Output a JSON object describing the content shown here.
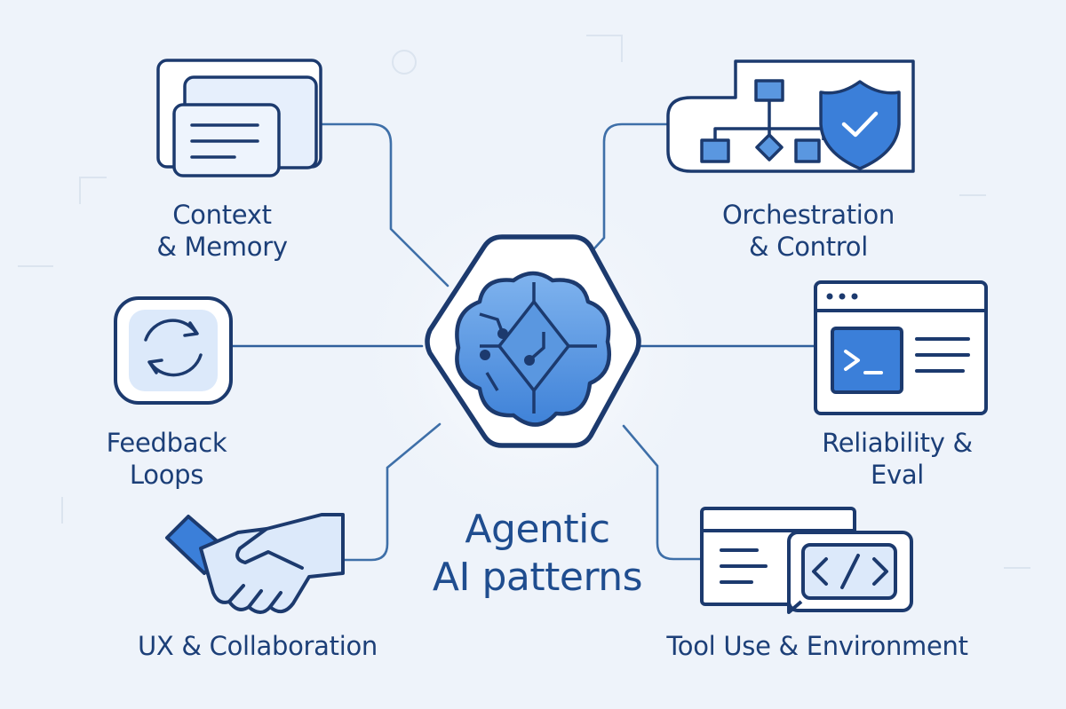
{
  "title": {
    "line1": "Agentic",
    "line2": "AI patterns"
  },
  "nodes": {
    "context_memory": {
      "line1": "Context",
      "line2": "& Memory",
      "icon": "stacked-documents-icon"
    },
    "orchestration_control": {
      "line1": "Orchestration",
      "line2": "& Control",
      "icon": "workflow-shield-icon"
    },
    "feedback_loops": {
      "line1": "Feedback",
      "line2": "Loops",
      "icon": "refresh-cycle-icon"
    },
    "reliability_eval": {
      "line1": "Reliability &",
      "line2": "Eval",
      "icon": "terminal-window-icon"
    },
    "ux_collaboration": {
      "line1": "UX & Collaboration",
      "icon": "handshake-icon"
    },
    "tool_use_environment": {
      "line1": "Tool Use & Environment",
      "icon": "code-windows-icon"
    }
  },
  "hub_icon": "brain-circuit-icon",
  "colors": {
    "background": "#eef3fa",
    "stroke": "#1c3a6e",
    "accent": "#3b7fd9",
    "light_fill": "#e6effc",
    "text": "#1c3f78"
  }
}
